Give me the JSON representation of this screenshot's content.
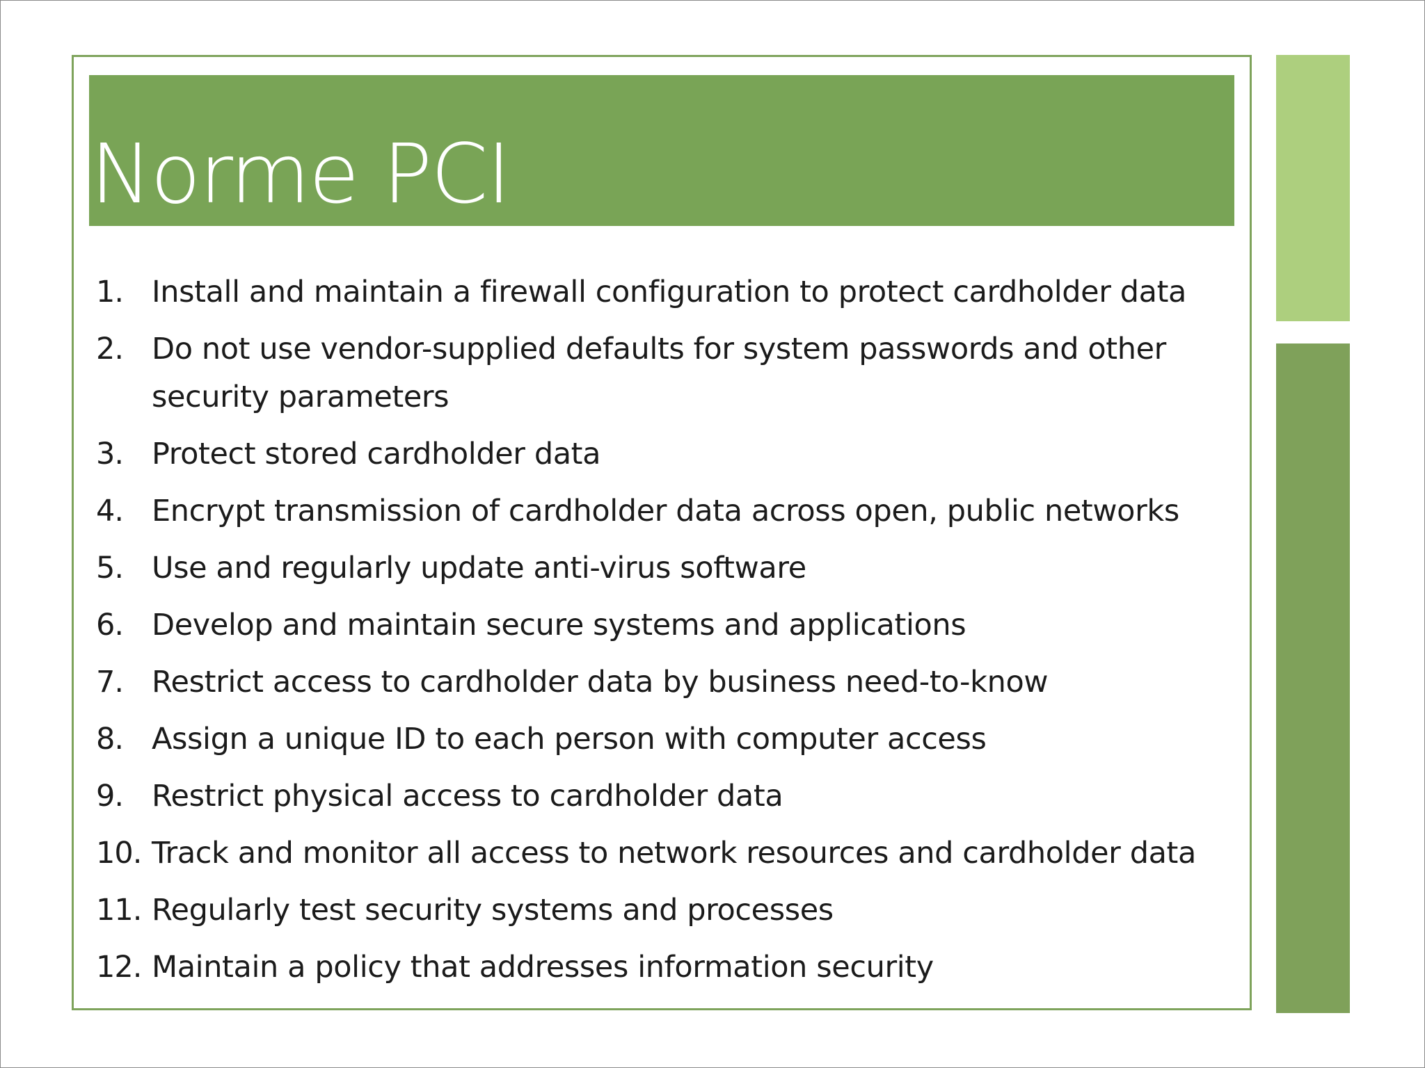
{
  "slide": {
    "title": "Norme PCI",
    "colors": {
      "title_band": "#79a456",
      "frame_border": "#7ea35b",
      "accent_light": "#adcf7e",
      "accent_dark": "#7fa15a"
    }
  },
  "requirements": [
    {
      "num": "1.",
      "text": "Install and maintain a firewall configuration to protect cardholder data"
    },
    {
      "num": "2.",
      "text": "Do not use vendor-supplied defaults for system passwords and other security parameters"
    },
    {
      "num": "3.",
      "text": "Protect stored cardholder data"
    },
    {
      "num": "4.",
      "text": "Encrypt transmission of cardholder data across open, public networks"
    },
    {
      "num": "5.",
      "text": "Use and regularly update anti-virus software"
    },
    {
      "num": "6.",
      "text": "Develop and maintain secure systems and applications"
    },
    {
      "num": "7.",
      "text": "Restrict access to cardholder data by business need-to-know"
    },
    {
      "num": "8.",
      "text": "Assign a unique ID to each person with computer access"
    },
    {
      "num": "9.",
      "text": "Restrict physical access to cardholder data"
    },
    {
      "num": "10.",
      "text": "Track and monitor all access to network resources and cardholder data"
    },
    {
      "num": "11.",
      "text": "Regularly test security systems and processes"
    },
    {
      "num": "12.",
      "text": "Maintain a policy that addresses information security"
    }
  ]
}
